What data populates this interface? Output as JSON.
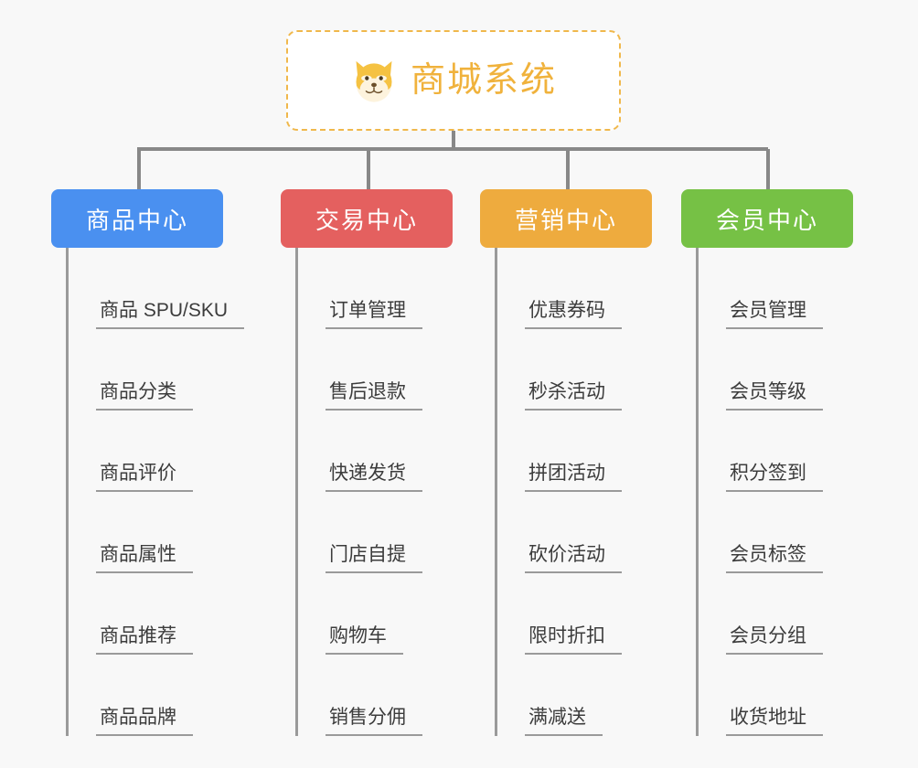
{
  "diagram": {
    "title": "商城系统",
    "type": "mind-map",
    "background_color": "#f8f8f8",
    "root": {
      "label": "商城系统",
      "icon": "shiba-dog-icon",
      "text_color": "#f0b23c",
      "border_color": "#f0b84c",
      "border_style": "dashed",
      "fill_color": "#ffffff"
    },
    "connector_color": "#888888",
    "branches": [
      {
        "label": "商品中心",
        "color": "#4a90f0",
        "items": [
          "商品 SPU/SKU",
          "商品分类",
          "商品评价",
          "商品属性",
          "商品推荐",
          "商品品牌"
        ]
      },
      {
        "label": "交易中心",
        "color": "#e4605f",
        "items": [
          "订单管理",
          "售后退款",
          "快递发货",
          "门店自提",
          "购物车",
          "销售分佣"
        ]
      },
      {
        "label": "营销中心",
        "color": "#eeab3e",
        "items": [
          "优惠券码",
          "秒杀活动",
          "拼团活动",
          "砍价活动",
          "限时折扣",
          "满减送"
        ]
      },
      {
        "label": "会员中心",
        "color": "#76c145",
        "items": [
          "会员管理",
          "会员等级",
          "积分签到",
          "会员标签",
          "会员分组",
          "收货地址"
        ]
      }
    ]
  }
}
